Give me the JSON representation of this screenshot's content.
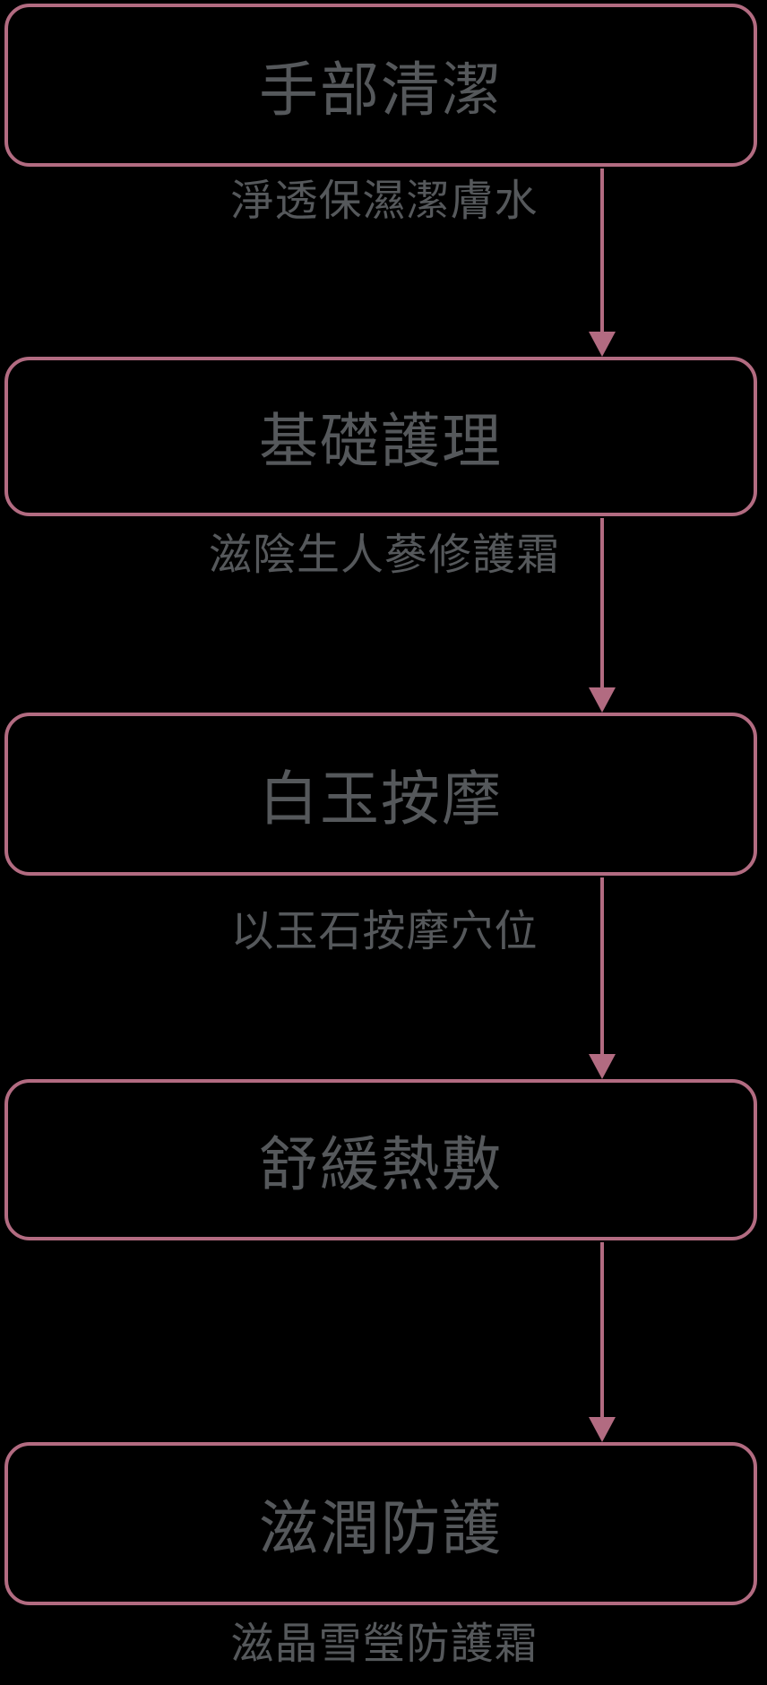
{
  "diagram": {
    "type": "flowchart",
    "direction": "top-down",
    "background_color": "#000000",
    "accent_color": "#b26b81",
    "text_color": "#55585b",
    "steps": [
      {
        "title": "手部清潔",
        "note": "淨透保濕潔膚水"
      },
      {
        "title": "基礎護理",
        "note": "滋陰生人蔘修護霜"
      },
      {
        "title": "白玉按摩",
        "note": "以玉石按摩穴位"
      },
      {
        "title": "舒緩熱敷",
        "note": ""
      },
      {
        "title": "滋潤防護",
        "note": "滋晶雪瑩防護霜"
      }
    ],
    "edges": [
      {
        "from": "手部清潔",
        "to": "基礎護理",
        "label": "淨透保濕潔膚水"
      },
      {
        "from": "基礎護理",
        "to": "白玉按摩",
        "label": "滋陰生人蔘修護霜"
      },
      {
        "from": "白玉按摩",
        "to": "舒緩熱敷",
        "label": "以玉石按摩穴位"
      },
      {
        "from": "舒緩熱敷",
        "to": "滋潤防護",
        "label": ""
      }
    ]
  }
}
